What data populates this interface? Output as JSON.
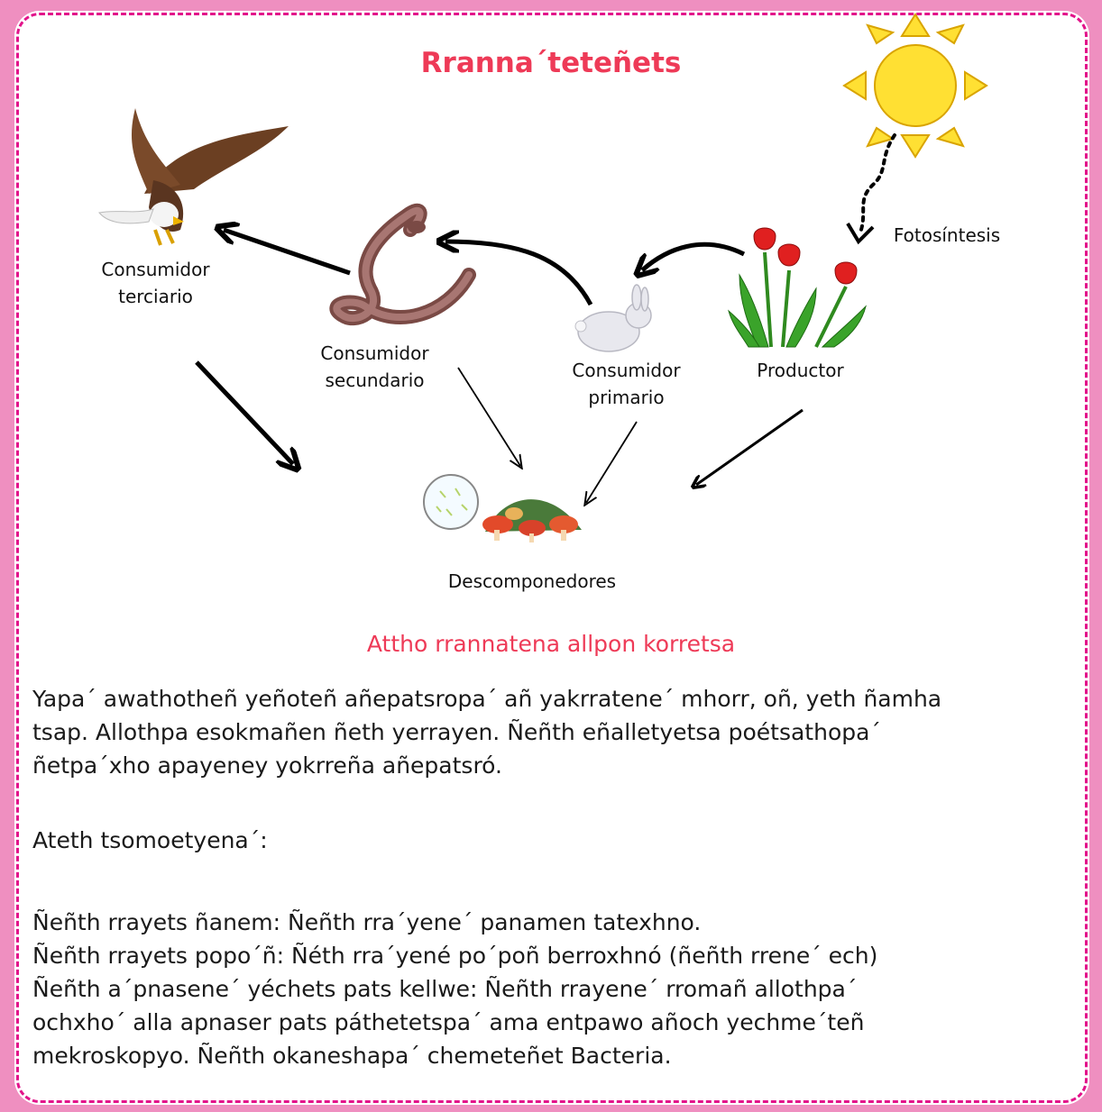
{
  "diagram": {
    "title": "Rranna´teteñets",
    "labels": {
      "tertiary_line1": "Consumidor",
      "tertiary_line2": "terciario",
      "secondary_line1": "Consumidor",
      "secondary_line2": "secundario",
      "primary_line1": "Consumidor",
      "primary_line2": "primario",
      "producer": "Productor",
      "photosynthesis": "Fotosíntesis",
      "decomposers": "Descomponedores"
    }
  },
  "text": {
    "subtitle": "Attho rrannatena allpon korretsa",
    "paragraph1_line1": "Yapa´ awathotheñ yeñoteñ añepatsropa´ añ yakrratene´ mhorr, oñ, yeth ñamha",
    "paragraph1_line2": "tsap. Allothpa esokmañen ñeth yerrayen. Ñeñth eñalletyetsa poétsathopa´",
    "paragraph1_line3": "ñetpa´xho apayeney yokrreña añepatsró.",
    "intro": "Ateth tsomoetyena´:",
    "item1": "Ñeñth rrayets ñanem: Ñeñth rra´yene´ panamen tatexhno.",
    "item2": "Ñeñth rrayets  popo´ñ: Ñéth rra´yené po´poñ  berroxhnó (ñeñth rrene´ ech)",
    "item3_line1": "Ñeñth a´pnasene´ yéchets pats kellwe: Ñeñth rrayene´ rromañ  allothpa´",
    "item3_line2": "ochxho´ alla apnaser pats páthetetspa´ ama entpawo añoch yechme´teñ",
    "item3_line3": "mekroskopyo. Ñeñth okaneshapa´ chemeteñet Bacteria."
  },
  "colors": {
    "border_pink": "#ef8fc0",
    "dash_magenta": "#e2138a",
    "title_red": "#ee3a57",
    "sun_yellow": "#ffe033"
  },
  "icons": [
    "sun-icon",
    "eagle-icon",
    "snake-icon",
    "rabbit-icon",
    "tulips-icon",
    "decomposers-icon"
  ]
}
